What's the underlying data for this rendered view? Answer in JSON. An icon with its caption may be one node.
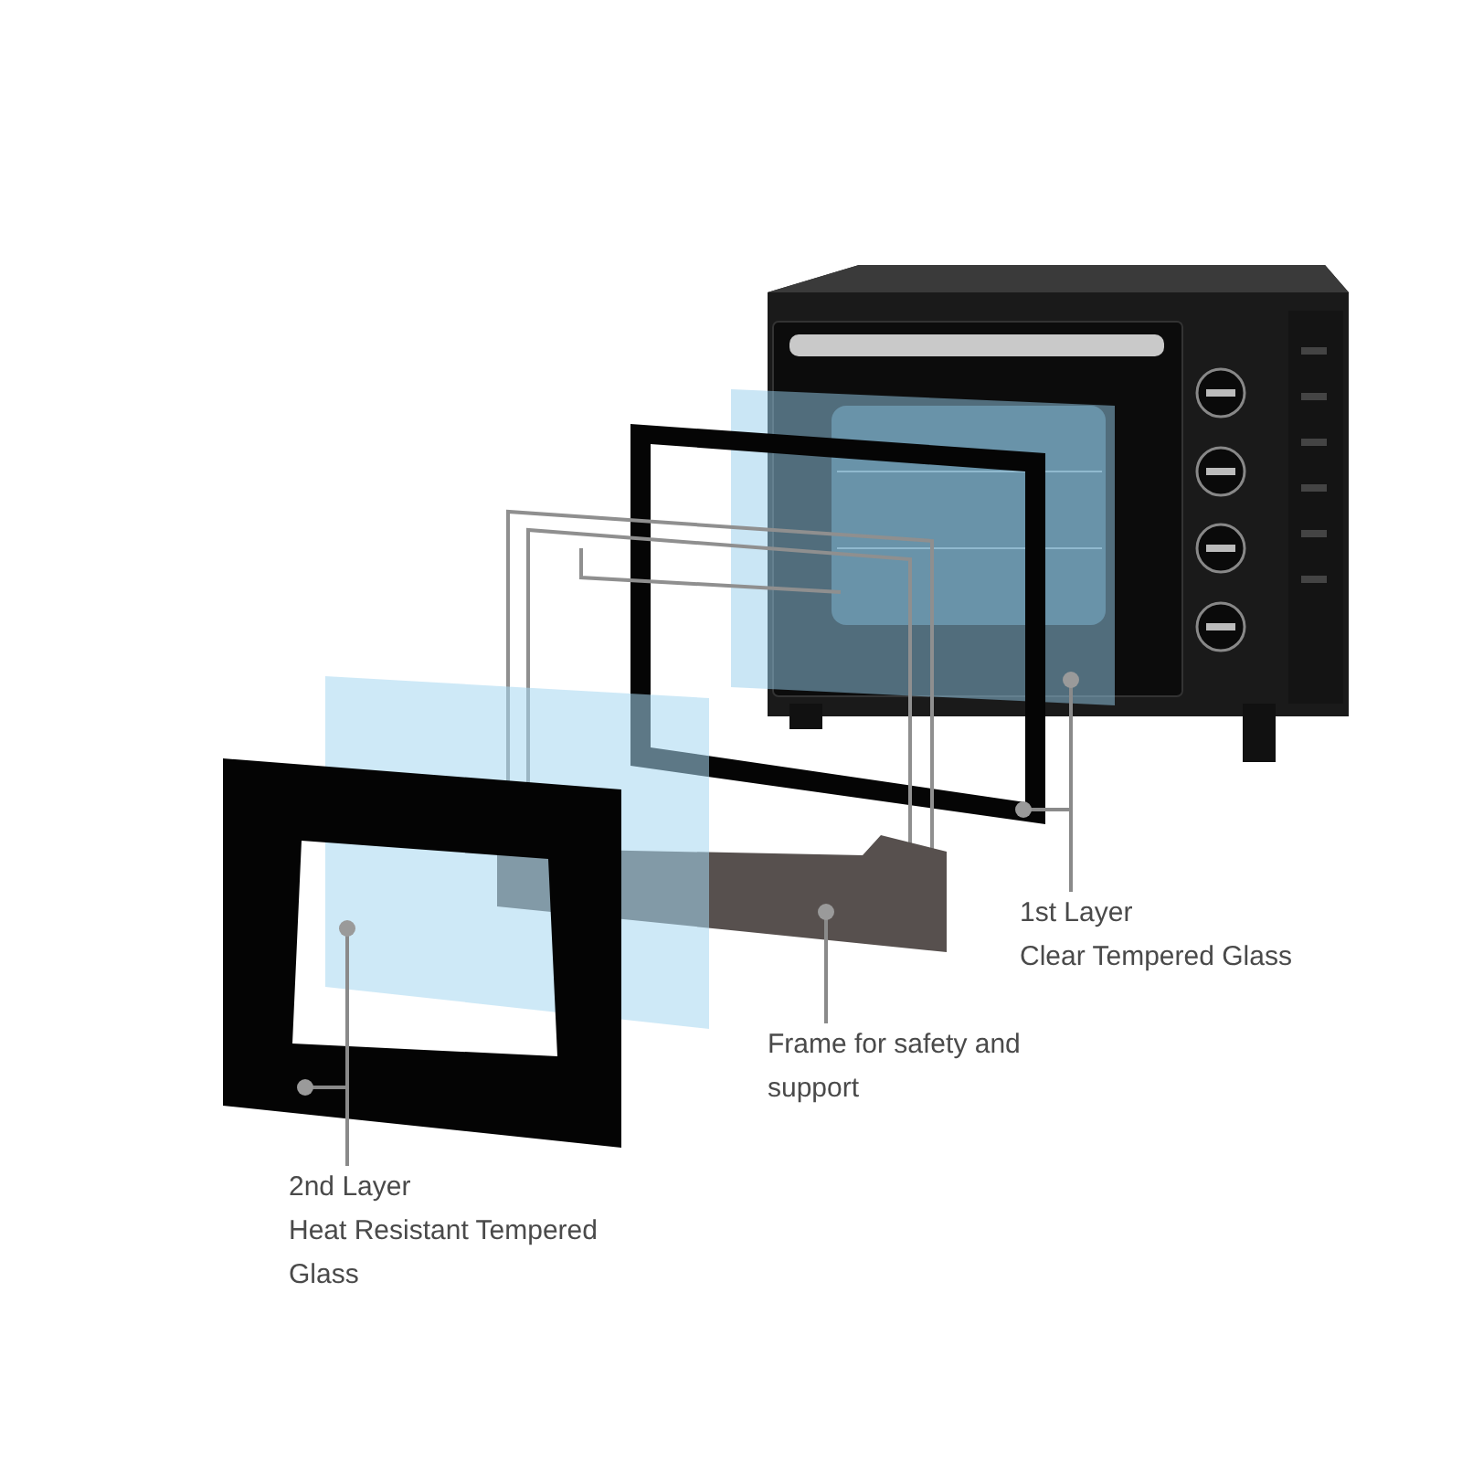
{
  "diagram": {
    "nodes": [
      {
        "text": [
          "1st Layer",
          "Clear Tempered Glass"
        ]
      },
      {
        "text": [
          "Frame for safety and support"
        ]
      },
      {
        "text": [
          "2nd Layer",
          "Heat Resistant Tempered Glass"
        ]
      },
      {
        "text": [],
        "shape": "box"
      },
      {
        "text": [],
        "shape": "box"
      },
      {
        "text": [],
        "shape": "bar"
      },
      {
        "text": [],
        "shape": "box"
      },
      {
        "text": [],
        "shape": "box"
      }
    ],
    "edges": [
      {
        "from": 0,
        "to": 3,
        "arrow": "other"
      },
      {
        "from": 0,
        "to": 4,
        "arrow": "other"
      },
      {
        "from": 1,
        "to": 5,
        "arrow": "other"
      },
      {
        "from": 2,
        "to": 6,
        "arrow": "other"
      },
      {
        "from": 2,
        "to": 7,
        "arrow": "other"
      }
    ]
  }
}
